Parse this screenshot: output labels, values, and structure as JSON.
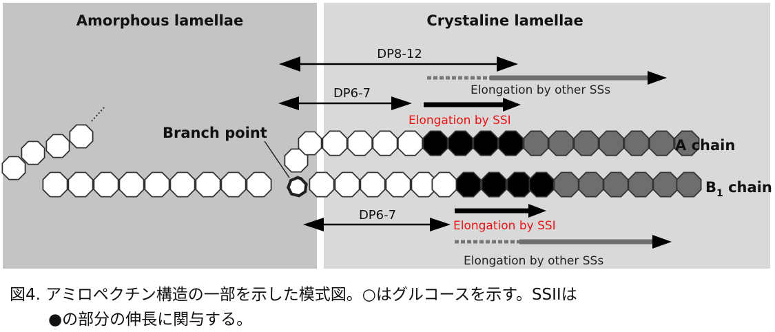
{
  "regions": {
    "amorphous": "Amorphous lamellae",
    "crystalline": "Crystaline lamellae"
  },
  "branch_label": "Branch point",
  "chains": {
    "a_chain": "A chain",
    "b1_prefix": "B",
    "b1_sub": "1",
    "b1_suffix": " chain"
  },
  "arrows": {
    "dp8_12": "DP8-12",
    "dp6_7_top": "DP6-7",
    "dp6_7_bottom": "DP6-7"
  },
  "elongation": {
    "other_top": "Elongation by other SSs",
    "ssi_top": "Elongation by SSI",
    "ssi_bottom": "Elongation by SSI",
    "other_bottom": "Elongation by other SSs"
  },
  "caption": {
    "line1": "図4. アミロペクチン構造の一部を示した模式図。○はグルコースを示す。SSIIは",
    "line2": "●の部分の伸長に関与する。"
  },
  "colors": {
    "amorphous_bg": "#c4c4c4",
    "crystalline_bg": "#d9d9d9",
    "glucose_white": "#ffffff",
    "glucose_black": "#000000",
    "glucose_gray": "#6e6e6e",
    "ssi_red": "#ee1111"
  }
}
